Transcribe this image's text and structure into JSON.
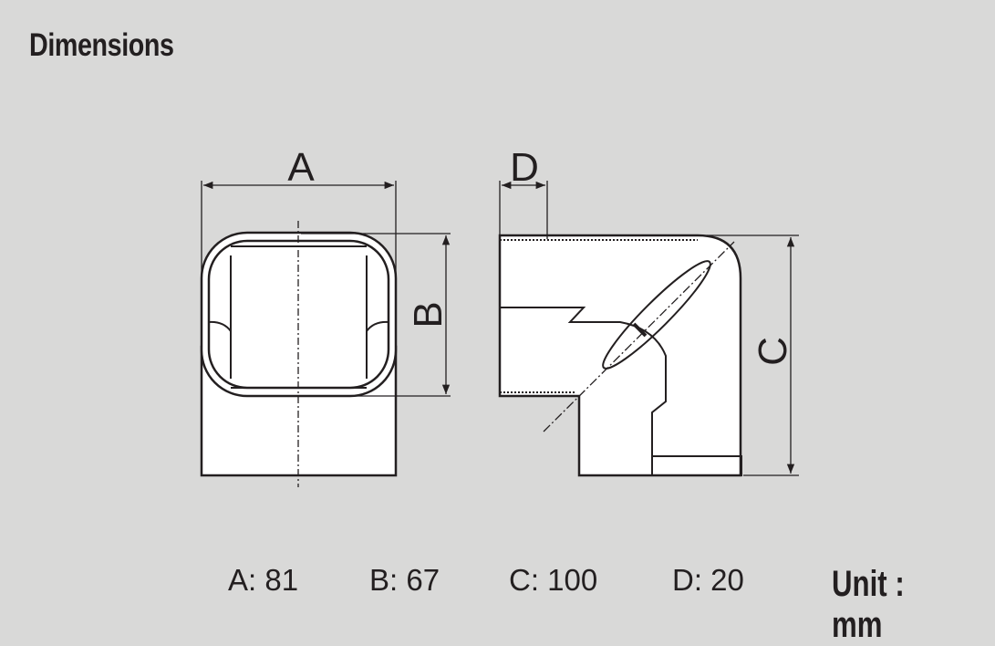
{
  "title": "Dimensions",
  "diagram": {
    "labels": {
      "a": "A",
      "b": "B",
      "c": "C",
      "d": "D"
    }
  },
  "values": [
    {
      "text": "A: 81"
    },
    {
      "text": "B: 67"
    },
    {
      "text": "C: 100"
    },
    {
      "text": "D: 20"
    }
  ],
  "unit": "Unit : mm",
  "colors": {
    "background": "#d9d9d8",
    "line": "#231f20",
    "fill": "#ffffff"
  }
}
